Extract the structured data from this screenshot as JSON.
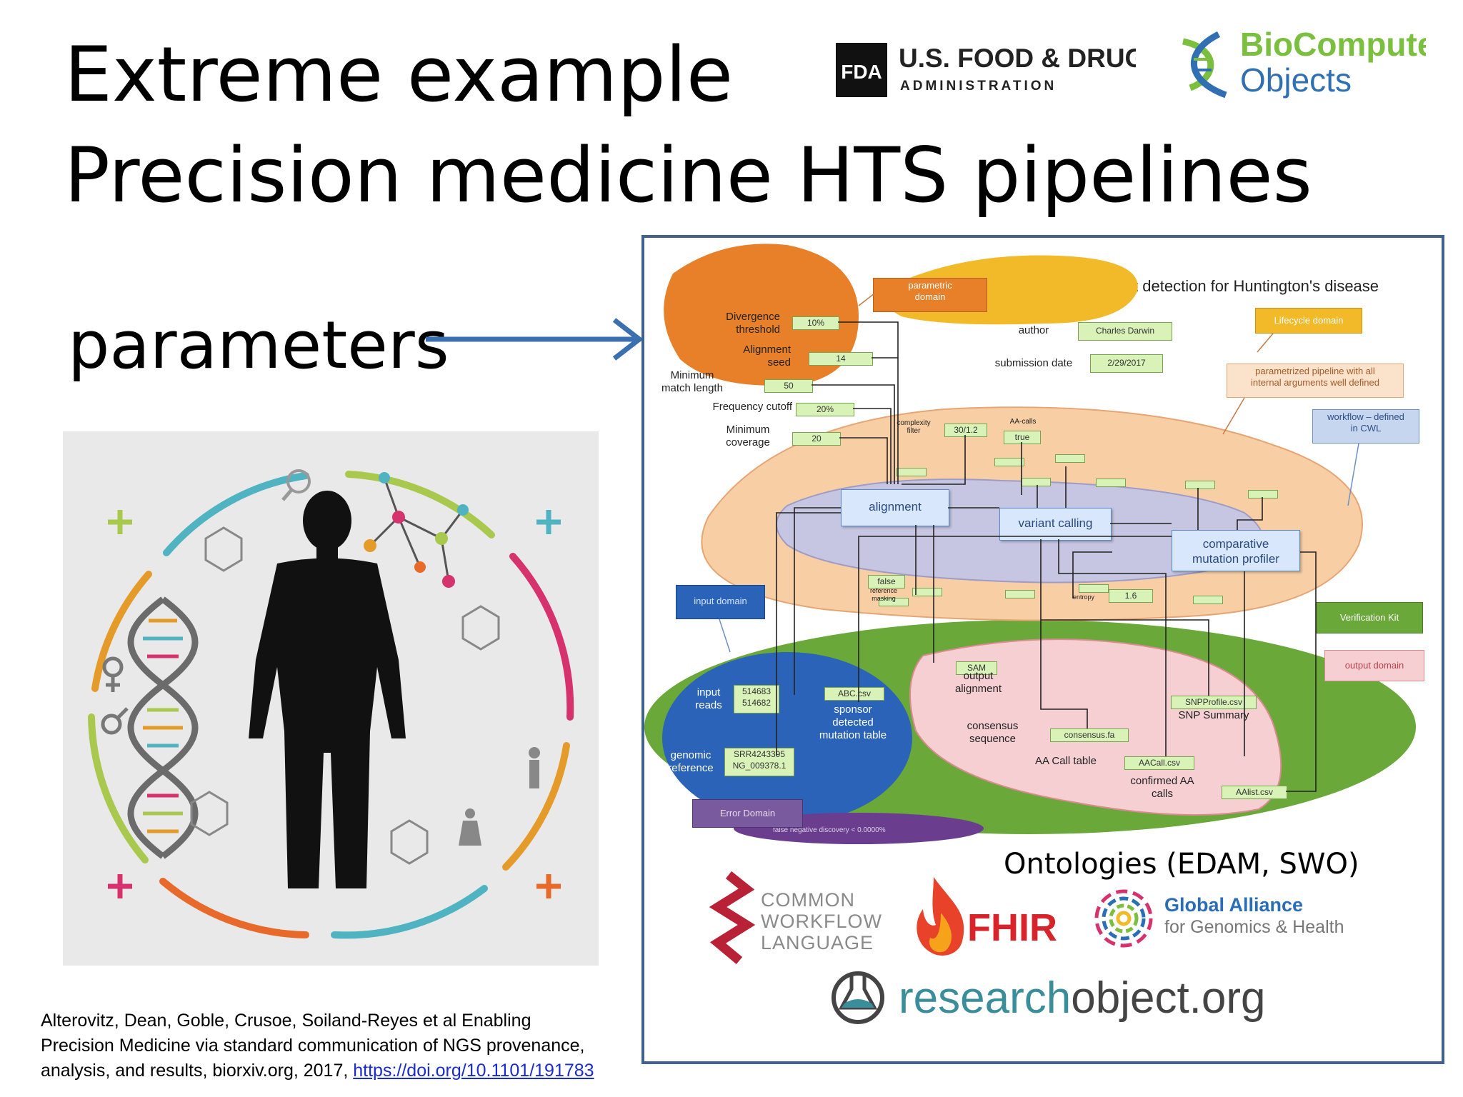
{
  "slide": {
    "title_line1": "Extreme example",
    "title_line2": "Precision medicine HTS pipelines",
    "parameters_label": "parameters",
    "citation_line1": "Alterovitz, Dean, Goble, Crusoe, Soiland-Reyes et al Enabling",
    "citation_line2": "Precision Medicine via standard communication of NGS provenance,",
    "citation_line3_prefix": "analysis, and results, biorxiv.org, 2017, ",
    "citation_link": "https://doi.org/10.1101/191783"
  },
  "logos": {
    "fda_mark": "FDA",
    "fda_line1": "U.S. FOOD & DRUG",
    "fda_line2": "ADMINISTRATION",
    "bco_line1": "BioCompute",
    "bco_line2": "Objects",
    "ontologies": "Ontologies (EDAM, SWO)",
    "cwl_line1": "COMMON",
    "cwl_line2": "WORKFLOW",
    "cwl_line3": "LANGUAGE",
    "fhir": "FHIR",
    "ga_line1": "Global Alliance",
    "ga_line2": "for Genomics & Health",
    "ro_part1": "research",
    "ro_part2": "object.org"
  },
  "diagram": {
    "title": "CAG repeat detection for Huntington's disease",
    "parametric_domain": [
      "parametric",
      "domain"
    ],
    "lifecycle_domain": "Lifecycle domain",
    "param_pipeline": [
      "parametrized pipeline with all",
      "internal arguments well defined"
    ],
    "workflow_cwl": [
      "workflow – defined",
      "in CWL"
    ],
    "input_domain": "input domain",
    "verification_kit": "Verification Kit",
    "output_domain": "output domain",
    "error_domain": "Error Domain",
    "error_text": "false negative discovery < 0.0000%",
    "params": [
      {
        "label": [
          "Divergence",
          "threshold"
        ],
        "value": "10%"
      },
      {
        "label": [
          "Alignment",
          "seed"
        ],
        "value": "14"
      },
      {
        "label": [
          "Minimum",
          "match length"
        ],
        "value": "50"
      },
      {
        "label": [
          "Frequency cutoff"
        ],
        "value": "20%"
      },
      {
        "label": [
          "Minimum",
          "coverage"
        ],
        "value": "20"
      }
    ],
    "author_label": "author",
    "author_value": "Charles Darwin",
    "submission_label": "submission date",
    "submission_value": "2/29/2017",
    "complexity_label": [
      "complexity",
      "filter"
    ],
    "complexity_value": "30/1.2",
    "aacalls_label": "AA-calls",
    "aacalls_value": "true",
    "steps": {
      "alignment": "alignment",
      "variant_calling": "variant calling",
      "comparative": [
        "comparative",
        "mutation profiler"
      ]
    },
    "ref_mask_value": "false",
    "ref_mask_label": [
      "reference",
      "masking"
    ],
    "entropy_label": "entropy",
    "entropy_value": "1.6",
    "input_reads_label": [
      "input",
      "reads"
    ],
    "input_reads_values": [
      "514683",
      "514682"
    ],
    "sponsor_file": "ABC.csv",
    "sponsor_label": [
      "sponsor",
      "detected",
      "mutation table"
    ],
    "genomic_label": [
      "genomic",
      "reference"
    ],
    "genomic_values": [
      "SRR4243395",
      "NG_009378.1"
    ],
    "sam_value": "SAM",
    "output_alignment": [
      "output",
      "alignment"
    ],
    "snp_file": "SNPProfile.csv",
    "snp_label": "SNP Summary",
    "consensus_label": [
      "consensus",
      "sequence"
    ],
    "consensus_file": "consensus.fa",
    "aacall_label": "AA Call table",
    "aacall_file": "AACall.csv",
    "confirmed_label": [
      "confirmed AA",
      "calls"
    ],
    "aalist_file": "AAlist.csv"
  }
}
